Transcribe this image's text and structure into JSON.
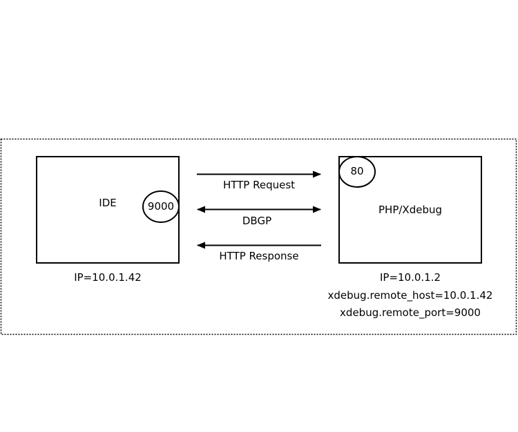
{
  "ide": {
    "label": "IDE",
    "port": "9000",
    "ip": "IP=10.0.1.42"
  },
  "server": {
    "label": "PHP/Xdebug",
    "port": "80",
    "ip": "IP=10.0.1.2",
    "remote_host": "xdebug.remote_host=10.0.1.42",
    "remote_port": "xdebug.remote_port=9000"
  },
  "arrows": {
    "request": "HTTP Request",
    "dbgp": "DBGP",
    "response": "HTTP Response"
  },
  "colors": {
    "line": "#000000",
    "background": "#ffffff"
  }
}
